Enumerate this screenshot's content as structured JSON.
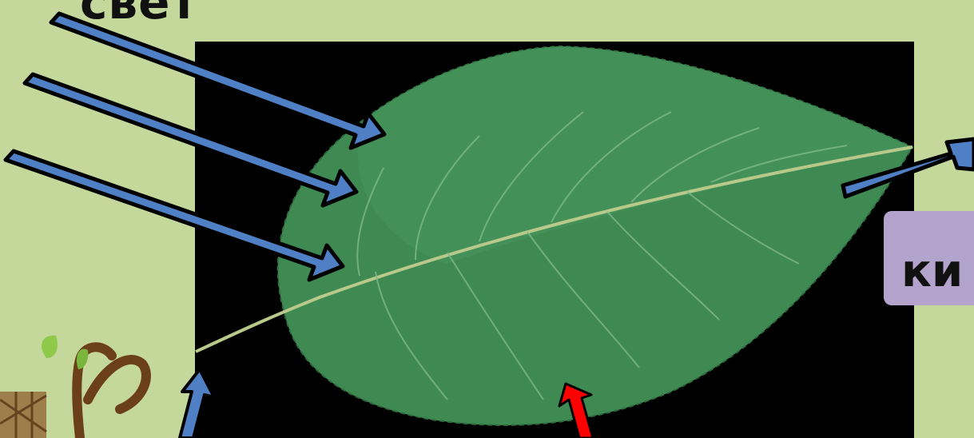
{
  "slide": {
    "title": "свет",
    "output_label": "ки",
    "colors": {
      "background": "#c5d89c",
      "arrow_blue": "#4f7fc4",
      "arrow_red": "#ff0000",
      "leaf_green": "#3f8a53",
      "label_box": "#b4a3cc"
    },
    "icons": [
      "leaf-image",
      "sprout-illustration",
      "light-arrow",
      "output-arrow",
      "water-arrow",
      "co2-arrow"
    ]
  }
}
